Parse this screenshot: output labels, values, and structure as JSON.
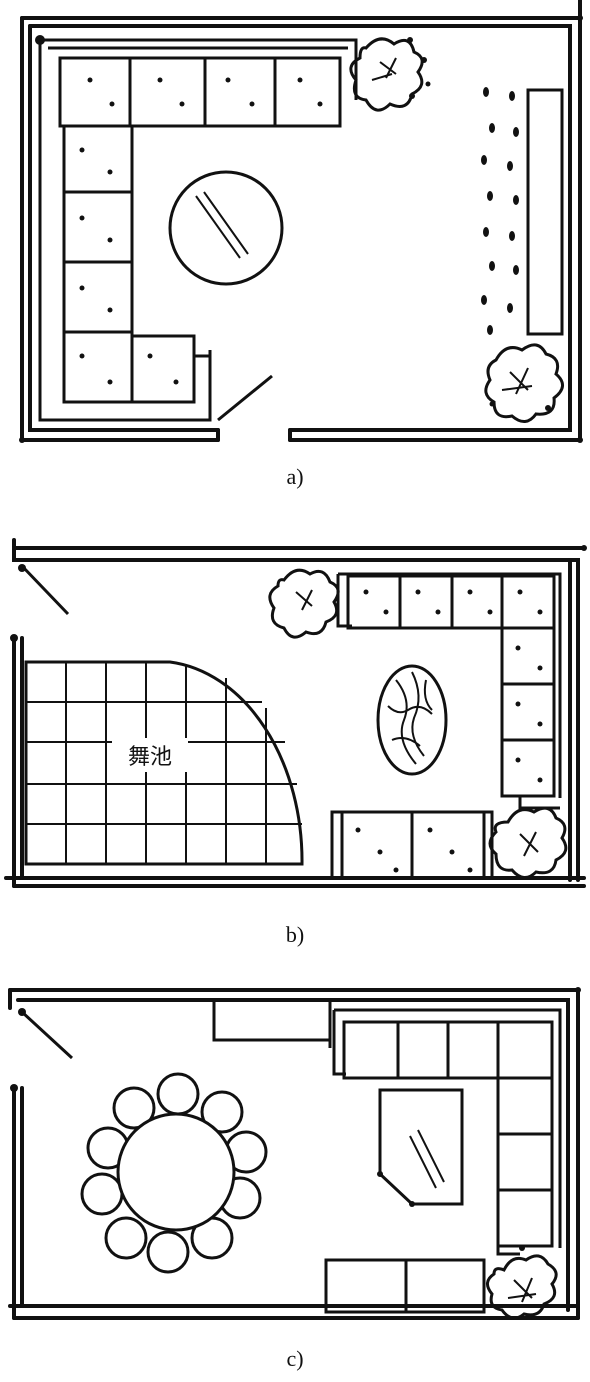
{
  "plans": [
    {
      "caption": "a)"
    },
    {
      "caption": "b)",
      "dance_floor_label": "舞池"
    },
    {
      "caption": "c)"
    }
  ],
  "icons": {
    "plant": "potted-plant-icon",
    "door": "door-swing-icon"
  },
  "colors": {
    "ink": "#111111",
    "paper": "#ffffff"
  }
}
